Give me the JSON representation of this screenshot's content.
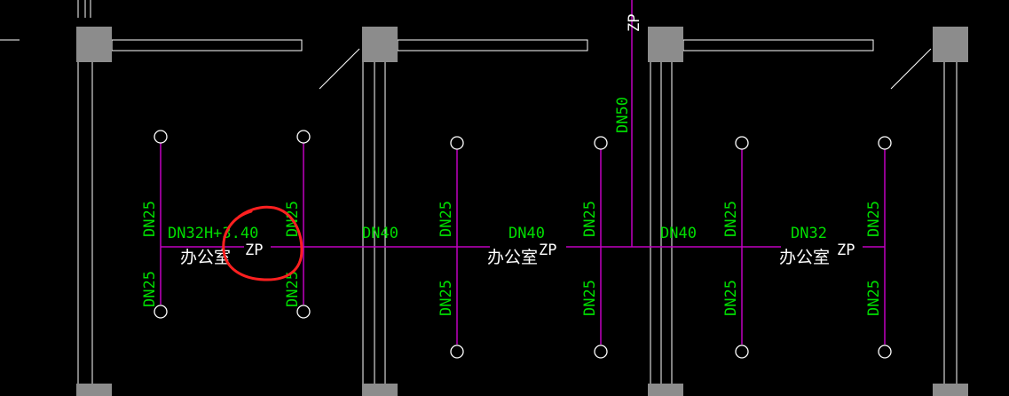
{
  "colors": {
    "background": "#000000",
    "structure": "#ffffff",
    "column": "#8c8c8c",
    "pipe": "#c000c0",
    "pipe_label": "#00dd00",
    "text": "#ffffff",
    "markup": "#ff2020"
  },
  "labels": {
    "zp_vertical": "ZP",
    "dn50": "DN50",
    "dn32_h": "DN32H+3.40",
    "dn40_a": "DN40",
    "dn40_b": "DN40",
    "dn40_c": "DN40",
    "dn32_b": "DN32",
    "dn25": "DN25",
    "office": "办公室",
    "zp": "ZP"
  },
  "annotation": {
    "shape": "red-freehand-circle"
  },
  "icons": [
    "sprinkler-head-icon"
  ]
}
